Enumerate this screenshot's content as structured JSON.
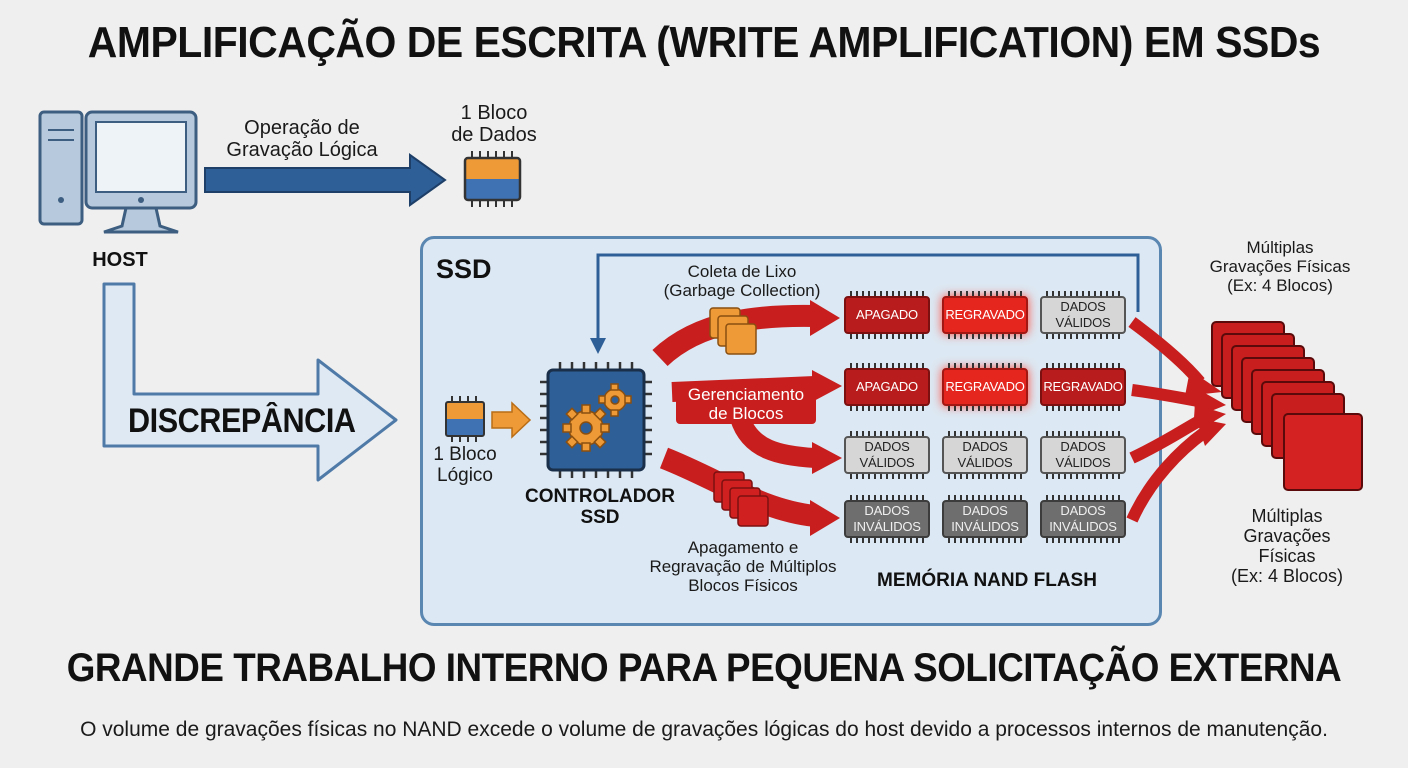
{
  "title": "AMPLIFICAÇÃO DE ESCRITA (WRITE AMPLIFICATION) EM SSDs",
  "host": {
    "label": "HOST"
  },
  "logical_write": {
    "line1": "Operação de",
    "line2": "Gravação Lógica"
  },
  "data_block": {
    "line1": "1 Bloco",
    "line2": "de Dados"
  },
  "discrepancy": "DISCREPÂNCIA",
  "ssd": {
    "label": "SSD",
    "logical_block": {
      "line1": "1 Bloco",
      "line2": "Lógico"
    },
    "controller": {
      "line1": "CONTROLADOR",
      "line2": "SSD"
    },
    "garbage": {
      "line1": "Coleta de Lixo",
      "line2": "(Garbage Collection)"
    },
    "block_mgmt": {
      "line1": "Gerenciamento",
      "line2": "de Blocos"
    },
    "erase": {
      "line1": "Apagamento e",
      "line2": "Regravação de Múltiplos",
      "line3": "Blocos Físicos"
    },
    "nand_label": "MEMÓRIA NAND FLASH",
    "nand_grid": [
      [
        {
          "text": "APAGADO",
          "style": "red"
        },
        {
          "text": "REGRAVADO",
          "style": "bright"
        },
        {
          "text": "DADOS VÁLIDOS",
          "style": "light"
        }
      ],
      [
        {
          "text": "APAGADO",
          "style": "red"
        },
        {
          "text": "REGRAVADO",
          "style": "bright"
        },
        {
          "text": "REGRAVADO",
          "style": "red"
        }
      ],
      [
        {
          "text": "DADOS VÁLIDOS",
          "style": "light"
        },
        {
          "text": "DADOS VÁLIDOS",
          "style": "light"
        },
        {
          "text": "DADOS VÁLIDOS",
          "style": "light"
        }
      ],
      [
        {
          "text": "DADOS INVÁLIDOS",
          "style": "dark"
        },
        {
          "text": "DADOS INVÁLIDOS",
          "style": "dark"
        },
        {
          "text": "DADOS INVÁLIDOS",
          "style": "dark"
        }
      ]
    ]
  },
  "physical_top": {
    "line1": "Múltiplas",
    "line2": "Gravações Físicas",
    "line3": "(Ex: 4 Blocos)"
  },
  "physical_bottom": {
    "line1": "Múltiplas",
    "line2": "Gravações",
    "line3": "Físicas",
    "line4": "(Ex: 4 Blocos)"
  },
  "subtitle": "GRANDE TRABALHO INTERNO PARA PEQUENA SOLICITAÇÃO EXTERNA",
  "footer": "O volume de gravações físicas no NAND excede o volume de gravações lógicas do host devido a processos internos de manutenção.",
  "colors": {
    "blue": "#2f5f97",
    "red": "#c81e1e",
    "orange": "#ee9a36"
  }
}
